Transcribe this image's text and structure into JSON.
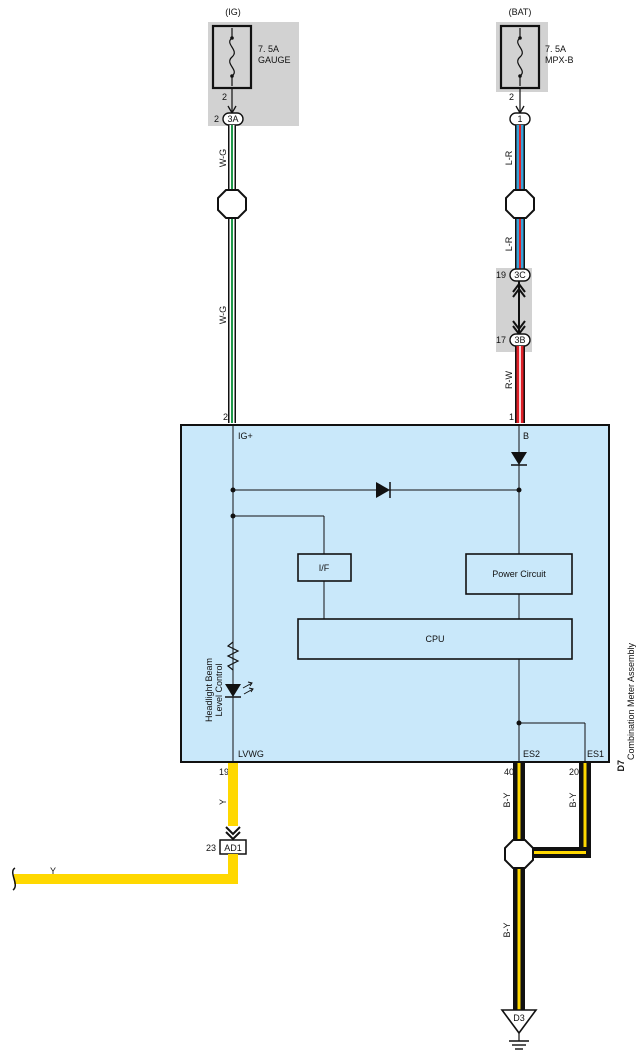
{
  "colors": {
    "shade": "#d2d2d2",
    "module_fill": "#c9e8fa",
    "wire_blue": "#3aa2d8",
    "wire_red": "#e02028",
    "wire_green": "#1f9a4a",
    "wire_yellow": "#ffd800",
    "wire_black": "#111111",
    "module_stroke": "#111111"
  },
  "fuses": [
    {
      "source": "(IG)",
      "rating": "7. 5A",
      "name": "GAUGE",
      "pin": "2",
      "connector": "3A",
      "connector_pin": "2"
    },
    {
      "source": "(BAT)",
      "rating": "7. 5A",
      "name": "MPX-B",
      "pin": "2",
      "connector": "1"
    }
  ],
  "wires": {
    "w_g_upper": "W-G",
    "w_g_lower": "W-G",
    "l_r_upper": "L-R",
    "l_r_lower": "L-R",
    "r_w": "R-W",
    "y_vertical": "Y",
    "y_horizontal": "Y",
    "b_y_left": "B-Y",
    "b_y_right": "B-Y",
    "b_y_bottom": "B-Y"
  },
  "connectors": {
    "c3c": {
      "label": "3C",
      "pin": "19"
    },
    "c3b": {
      "label": "3B",
      "pin": "17"
    },
    "ad1": {
      "label": "AD1",
      "pin": "23"
    },
    "d3": {
      "label": "D3"
    }
  },
  "module": {
    "name": "Combination Meter Assembly",
    "id": "D7",
    "pins": {
      "ig": {
        "label": "IG+",
        "num": "2"
      },
      "b": {
        "label": "B",
        "num": "1"
      },
      "lvwg": {
        "label": "LVWG",
        "num": "19"
      },
      "es2": {
        "label": "ES2",
        "num": "40"
      },
      "es1": {
        "label": "ES1",
        "num": "20"
      }
    },
    "if_label": "I/F",
    "power_label": "Power Circuit",
    "cpu_label": "CPU",
    "indicator_line1": "Headlight Beam",
    "indicator_line2": "Level Control"
  }
}
